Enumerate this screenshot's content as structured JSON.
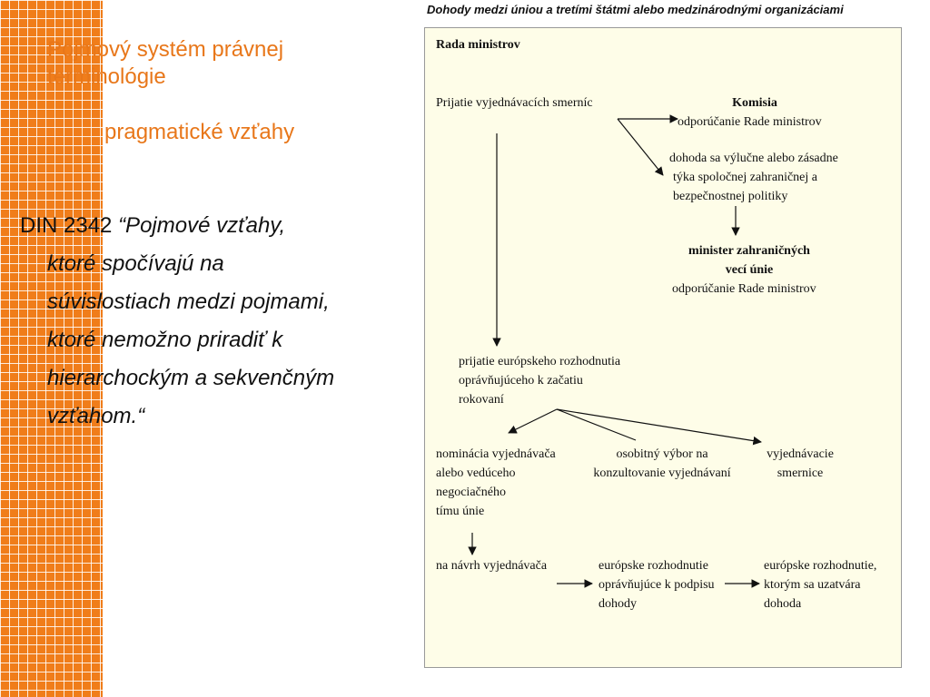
{
  "slide": {
    "title": "Pojmový systém právnej terminológie",
    "subtitle": "pragmatické vzťahy",
    "quote": {
      "prefix": "DIN 2342",
      "lines": [
        "“Pojmové vzťahy,",
        "ktoré spočívajú na",
        "súvislostiach medzi pojmami,",
        "ktoré nemožno priradiť k",
        "hierarchockým a sekvenčným",
        "vzťahom.“"
      ]
    }
  },
  "diagram": {
    "heading": "Dohody medzi úniou a tretími štátmi alebo medzinárodnými organizáciami",
    "rada": "Rada ministrov",
    "prijatie_smernic": "Prijatie vyjednávacích smerníc",
    "komisia": {
      "title": "Komisia",
      "text": "odporúčanie Rade ministrov"
    },
    "dohoda_lines": [
      "dohoda sa výlučne alebo zásadne",
      "týka spoločnej zahraničnej a",
      "bezpečnostnej politiky"
    ],
    "minister": {
      "title1": "minister zahraničných",
      "title2": "vecí únie",
      "text": "odporúčanie Rade ministrov"
    },
    "prijatie_rozhodnutia": [
      "prijatie európskeho rozhodnutia",
      "oprávňujúceho k začatiu",
      "rokovaní"
    ],
    "nominacia": [
      "nominácia vyjednávača",
      "alebo vedúceho",
      "negociačného",
      "tímu únie"
    ],
    "vybor": [
      "osobitný výbor na",
      "konzultovanie vyjednávaní"
    ],
    "smernice": [
      "vyjednávacie",
      "smernice"
    ],
    "navrh": "na návrh vyjednávača",
    "rozhodnutie_podpis": [
      "európske rozhodnutie",
      "oprávňujúce k podpisu",
      "dohody"
    ],
    "rozhodnutie_uzatvara": [
      "európske rozhodnutie,",
      "ktorým sa uzatvára",
      "dohoda"
    ]
  }
}
